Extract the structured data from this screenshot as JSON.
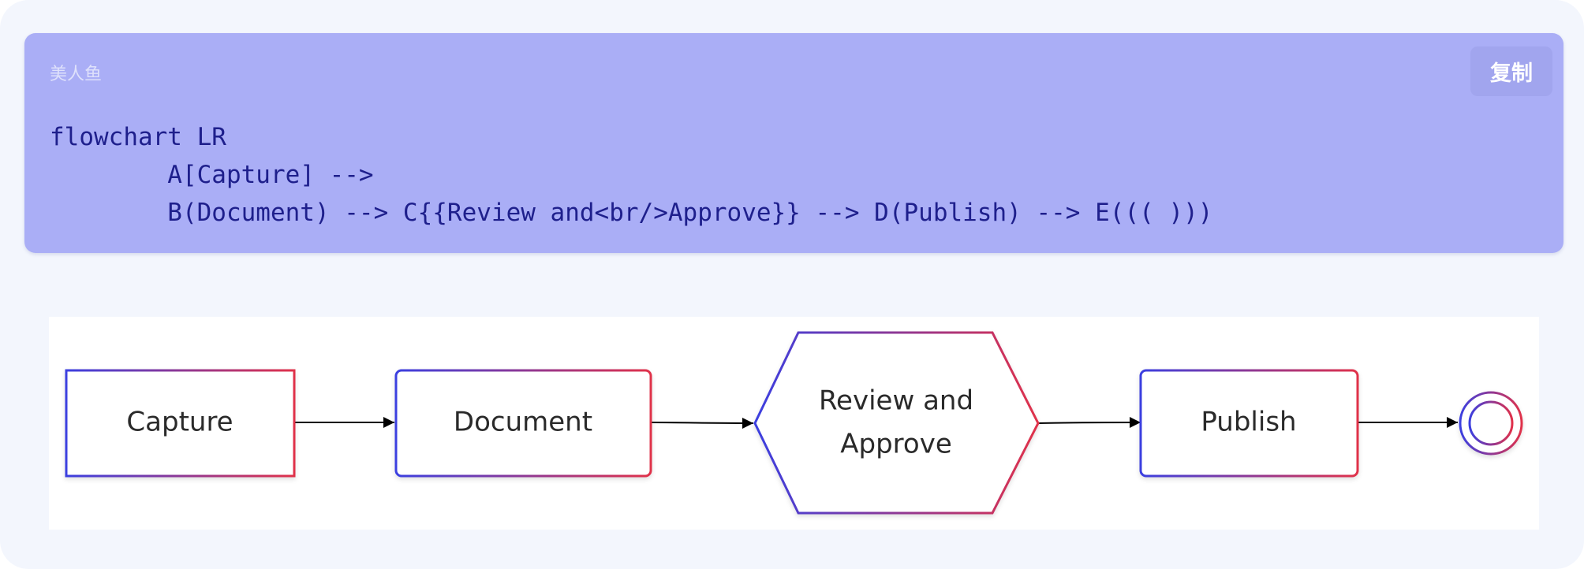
{
  "code_block": {
    "language_label": "美人鱼",
    "copy_label": "复制",
    "lines": [
      "flowchart LR",
      "        A[Capture] -->",
      "        B(Document) --> C{{Review and<br/>Approve}} --> D(Publish) --> E((( )))"
    ]
  },
  "diagram": {
    "direction": "LR",
    "nodes": [
      {
        "id": "A",
        "shape": "rectangle",
        "label": "Capture"
      },
      {
        "id": "B",
        "shape": "rounded-rectangle",
        "label": "Document"
      },
      {
        "id": "C",
        "shape": "hexagon",
        "label_lines": [
          "Review and",
          "Approve"
        ]
      },
      {
        "id": "D",
        "shape": "rounded-rectangle",
        "label": "Publish"
      },
      {
        "id": "E",
        "shape": "double-circle",
        "label": ""
      }
    ],
    "edges": [
      {
        "from": "A",
        "to": "B"
      },
      {
        "from": "B",
        "to": "C"
      },
      {
        "from": "C",
        "to": "D"
      },
      {
        "from": "D",
        "to": "E"
      }
    ],
    "colors": {
      "gradient_start": "#3b3fe0",
      "gradient_end": "#e0304a",
      "edge": "#000000",
      "code_background": "#aaaef6",
      "code_text": "#1e1f8c"
    }
  }
}
